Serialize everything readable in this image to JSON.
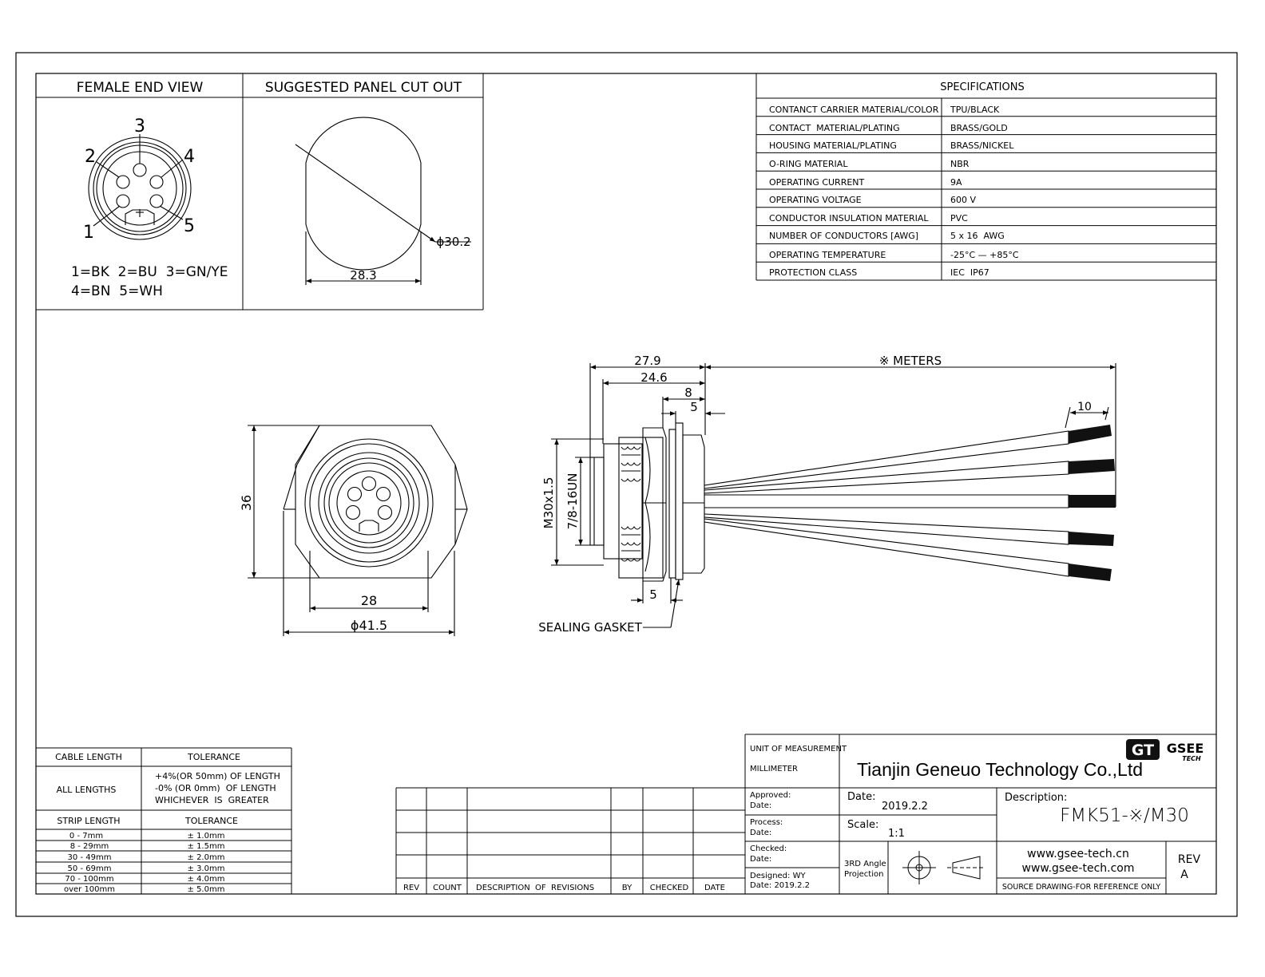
{
  "female_end_view": {
    "title": "FEMALE END VIEW",
    "pins": [
      "1",
      "2",
      "3",
      "4",
      "5"
    ],
    "color_code_line1": "1=BK  2=BU  3=GN/YE",
    "color_code_line2": "4=BN  5=WH"
  },
  "panel_cutout": {
    "title": "SUGGESTED PANEL CUT OUT",
    "diameter_label": "ϕ30.2",
    "flat_width_label": "28.3"
  },
  "specifications": {
    "title": "SPECIFICATIONS",
    "rows": [
      {
        "name": "CONTANCT CARRIER MATERIAL/COLOR",
        "value": "TPU/BLACK"
      },
      {
        "name": "CONTACT  MATERIAL/PLATING",
        "value": "BRASS/GOLD"
      },
      {
        "name": "HOUSING MATERIAL/PLATING",
        "value": "BRASS/NICKEL"
      },
      {
        "name": "O-RING MATERIAL",
        "value": "NBR"
      },
      {
        "name": "OPERATING CURRENT",
        "value": "9A"
      },
      {
        "name": "OPERATING VOLTAGE",
        "value": "600 V"
      },
      {
        "name": "CONDUCTOR INSULATION MATERIAL",
        "value": "PVC"
      },
      {
        "name": "NUMBER OF CONDUCTORS [AWG]",
        "value": "5 x 16  AWG"
      },
      {
        "name": "OPERATING TEMPERATURE",
        "value": "-25°C — +85°C"
      },
      {
        "name": "PROTECTION CLASS",
        "value": "IEC  IP67"
      }
    ]
  },
  "front_view": {
    "height_label": "36",
    "flat_label": "28",
    "diameter_label": "ϕ41.5"
  },
  "side_view": {
    "dim_total": "27.9",
    "dim_body": "24.6",
    "dim_8": "8",
    "dim_5_top": "5",
    "dim_meters": "※ METERS",
    "dim_10": "10",
    "thread_outer": "M30x1.5",
    "thread_inner": "7/8-16UN",
    "dim_5_bottom": "5",
    "gasket_label": "SEALING GASKET"
  },
  "tolerance_table": {
    "header_col1": "CABLE LENGTH",
    "header_col2": "TOLERANCE",
    "all_lengths_label": "ALL LENGTHS",
    "all_lengths_tol": [
      "+4%(OR 50mm) OF LENGTH",
      "-0% (OR 0mm)  OF LENGTH",
      "WHICHEVER  IS  GREATER"
    ],
    "strip_header_col1": "STRIP LENGTH",
    "strip_header_col2": "TOLERANCE",
    "strip_rows": [
      {
        "range": "0 - 7mm",
        "tol": "± 1.0mm"
      },
      {
        "range": "8 - 29mm",
        "tol": "± 1.5mm"
      },
      {
        "range": "30 - 49mm",
        "tol": "± 2.0mm"
      },
      {
        "range": "50 - 69mm",
        "tol": "± 3.0mm"
      },
      {
        "range": "70 - 100mm",
        "tol": "± 4.0mm"
      },
      {
        "range": "over 100mm",
        "tol": "± 5.0mm"
      }
    ]
  },
  "revision_table": {
    "headers": [
      "REV",
      "COUNT",
      "DESCRIPTION  OF  REVISIONS",
      "BY",
      "CHECKED",
      "DATE"
    ]
  },
  "title_block": {
    "unit_label": "UNIT OF MEASUREMENT",
    "unit_value": "MILLIMETER",
    "company": "Tianjin Geneuo Technology Co.,Ltd",
    "logo_text": "GT",
    "logo_brand": "GSEE",
    "logo_sub": "TECH",
    "approved_label": "Approved:",
    "approved_date": "Date:",
    "process_label": "Process:",
    "process_date": "Date:",
    "checked_label": "Checked:",
    "checked_date": "Date:",
    "designed_label": "Designed: WY",
    "designed_date": "Date: 2019.2.2",
    "date_label": "Date:",
    "date_value": "2019.2.2",
    "scale_label": "Scale:",
    "scale_value": "1:1",
    "projection_line1": "3RD Angle",
    "projection_line2": "Projection",
    "description_label": "Description:",
    "part_number": "FMK51-※/M30",
    "website1": "www.gsee-tech.cn",
    "website2": "www.gsee-tech.com",
    "source_note": "SOURCE DRAWING-FOR REFERENCE ONLY",
    "rev_label": "REV",
    "rev_value": "A"
  }
}
